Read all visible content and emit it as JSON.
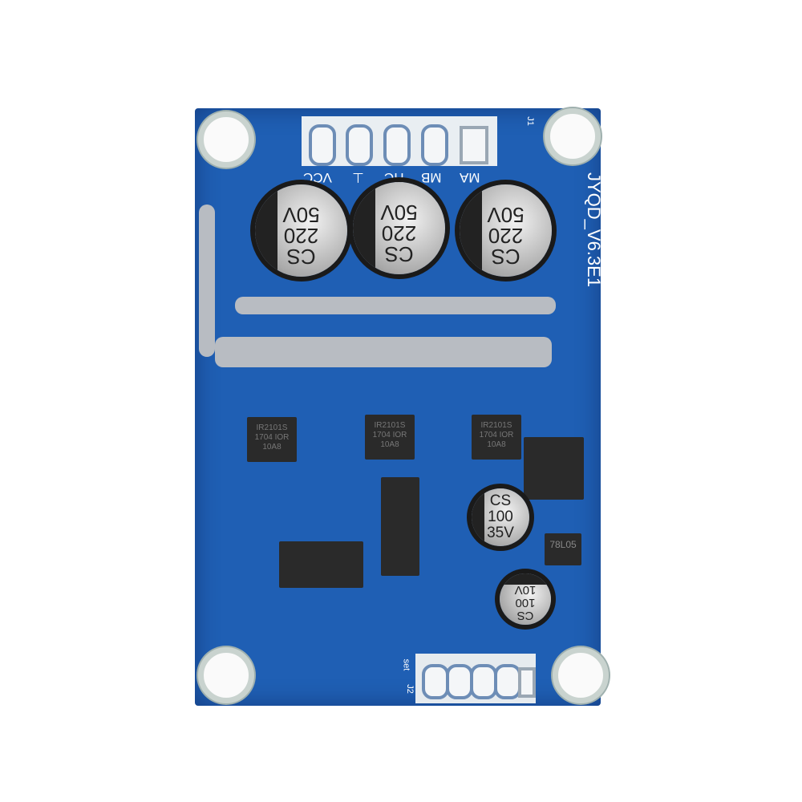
{
  "board": {
    "model": "JYQD_V6.3E1",
    "connector_j1": "J1",
    "connector_j2": "J2",
    "j2_label": "set"
  },
  "j1_pins": [
    "VCC",
    "⊥",
    "HC",
    "MB",
    "MA"
  ],
  "capacitors_large": [
    {
      "brand": "CS",
      "value": "220",
      "voltage": "50V"
    },
    {
      "brand": "CS",
      "value": "220",
      "voltage": "50V"
    },
    {
      "brand": "CS",
      "value": "220",
      "voltage": "50V"
    }
  ],
  "capacitor_mid": {
    "brand": "CS",
    "value": "100",
    "voltage": "35V"
  },
  "capacitor_small": {
    "brand": "CS",
    "value": "100",
    "voltage": "10V"
  },
  "drivers": [
    {
      "line1": "IR2101S",
      "line2": "1704 IOR",
      "line3": "10A8"
    },
    {
      "line1": "IR2101S",
      "line2": "1704 IOR",
      "line3": "10A8"
    },
    {
      "line1": "IR2101S",
      "line2": "1704 IOR",
      "line3": "10A8"
    }
  ],
  "regulator": "78L05",
  "colors": {
    "pcb": "#1f5fb4",
    "silkscreen": "#ffffff",
    "solder": "#b8bcc2"
  }
}
